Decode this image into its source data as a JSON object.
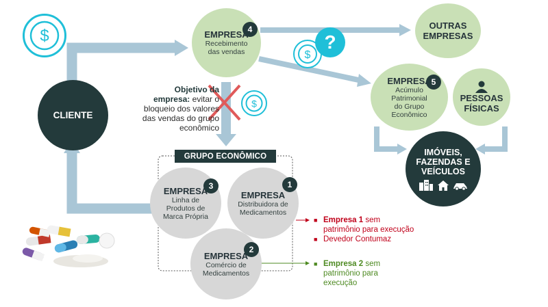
{
  "cliente": {
    "label": "CLIENTE"
  },
  "empresa4": {
    "title": "EMPRESA",
    "badge": "4",
    "line1": "Recebimento",
    "line2": "das vendas"
  },
  "outras": {
    "line1": "OUTRAS",
    "line2": "EMPRESAS"
  },
  "empresa5": {
    "title": "EMPRESA",
    "badge": "5",
    "line1": "Acúmulo",
    "line2": "Patrimonial",
    "line3": "do Grupo",
    "line4": "Econômico"
  },
  "pessoas": {
    "line1": "PESSOAS",
    "line2": "FÍSICAS"
  },
  "imoveis": {
    "line1": "IMÓVEIS,",
    "line2": "FAZENDAS E",
    "line3": "VEÍCULOS"
  },
  "objetivo": {
    "bold1": "Objetivo da",
    "bold2": "empresa:",
    "text2": " evitar o",
    "line3": "bloqueio dos valores",
    "line4": "das vendas do grupo",
    "line5": "econômico"
  },
  "grupo": {
    "label": "GRUPO ECONÔMICO"
  },
  "empresa3": {
    "title": "EMPRESA",
    "badge": "3",
    "line1": "Linha de",
    "line2": "Produtos de",
    "line3": "Marca Própria"
  },
  "empresa1": {
    "title": "EMPRESA",
    "badge": "1",
    "line1": "Distribuidora de",
    "line2": "Medicamentos"
  },
  "empresa2": {
    "title": "EMPRESA",
    "badge": "2",
    "line1": "Comércio de",
    "line2": "Medicamentos"
  },
  "note1": {
    "bullet1_bold": "Empresa 1",
    "bullet1_rest": " sem",
    "bullet1_line2": "patrimônio para execução",
    "bullet2": "Devedor Contumaz"
  },
  "note2": {
    "bullet1_bold": "Empresa 2",
    "bullet1_rest": " sem",
    "line2": "patrimônio para",
    "line3": "execução"
  },
  "icons": {
    "coin": "dollar-coin-icon",
    "question": "question-mark-icon",
    "cross": "cross-icon",
    "person": "person-icon",
    "buildings": "buildings-icon",
    "house": "house-icon",
    "car": "car-icon",
    "pills": "pills-icon"
  },
  "colors": {
    "arrow": "#a9c6d6",
    "green": "#c9e0b6",
    "grey": "#d7d7d7",
    "dark": "#233a3b",
    "cyan": "#1fbfd8",
    "red": "#c0001a",
    "olive": "#4e8a22",
    "cross": "#e05a5a"
  }
}
